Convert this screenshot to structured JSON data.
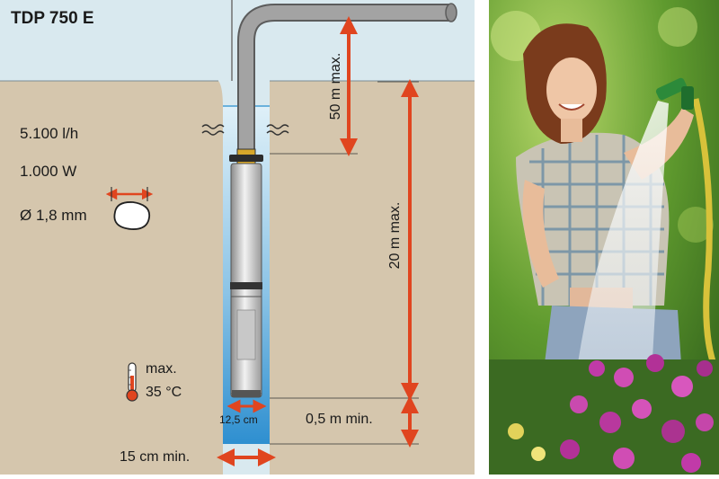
{
  "product": {
    "title": "TDP 750 E"
  },
  "specs": {
    "flow_rate": "5.100 l/h",
    "power": "1.000 W",
    "particle_size": "Ø 1,8 mm"
  },
  "temperature": {
    "max_label": "max.",
    "value": "35 °C"
  },
  "dimensions": {
    "pump_diameter": "12,5 cm",
    "lift_height": "50 m max.",
    "immersion_depth": "20 m max.",
    "bottom_clearance": "0,5 m min.",
    "well_diameter": "15 cm min."
  },
  "colors": {
    "sky": "#d9e9ef",
    "soil": "#d5c6ad",
    "water": "#3d98cf",
    "arrow": "#e0451f",
    "pipe": "#9b9b9b"
  },
  "icons": {
    "thermometer": "thermometer-icon",
    "particle": "stone-icon",
    "water_surface": "water-wave-icon"
  }
}
